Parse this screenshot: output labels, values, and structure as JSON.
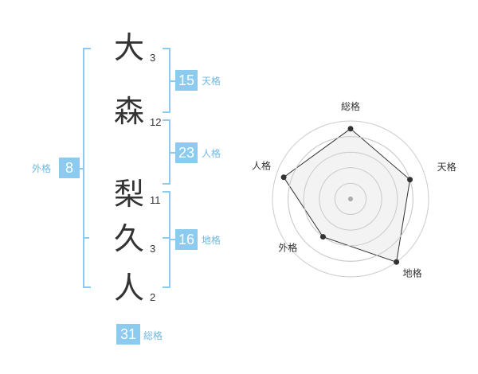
{
  "name_chars": [
    {
      "char": "大",
      "strokes": "3"
    },
    {
      "char": "森",
      "strokes": "12"
    },
    {
      "char": "梨",
      "strokes": "11"
    },
    {
      "char": "久",
      "strokes": "3"
    },
    {
      "char": "人",
      "strokes": "2"
    }
  ],
  "fortune": {
    "tenkaku": {
      "value": "15",
      "label": "天格"
    },
    "jinkaku": {
      "value": "23",
      "label": "人格"
    },
    "chikaku": {
      "value": "16",
      "label": "地格"
    },
    "gaikaku": {
      "value": "8",
      "label": "外格"
    },
    "soukaku": {
      "value": "31",
      "label": "総格"
    }
  },
  "chart_data": {
    "type": "radar",
    "axes": [
      "総格",
      "天格",
      "地格",
      "外格",
      "人格"
    ],
    "values": [
      4.5,
      4,
      5,
      3,
      4.5
    ],
    "max": 5,
    "colors": {
      "fill": "#eeeeee",
      "line": "#333333",
      "grid": "#cccccc",
      "center": "#aaaaaa"
    }
  }
}
